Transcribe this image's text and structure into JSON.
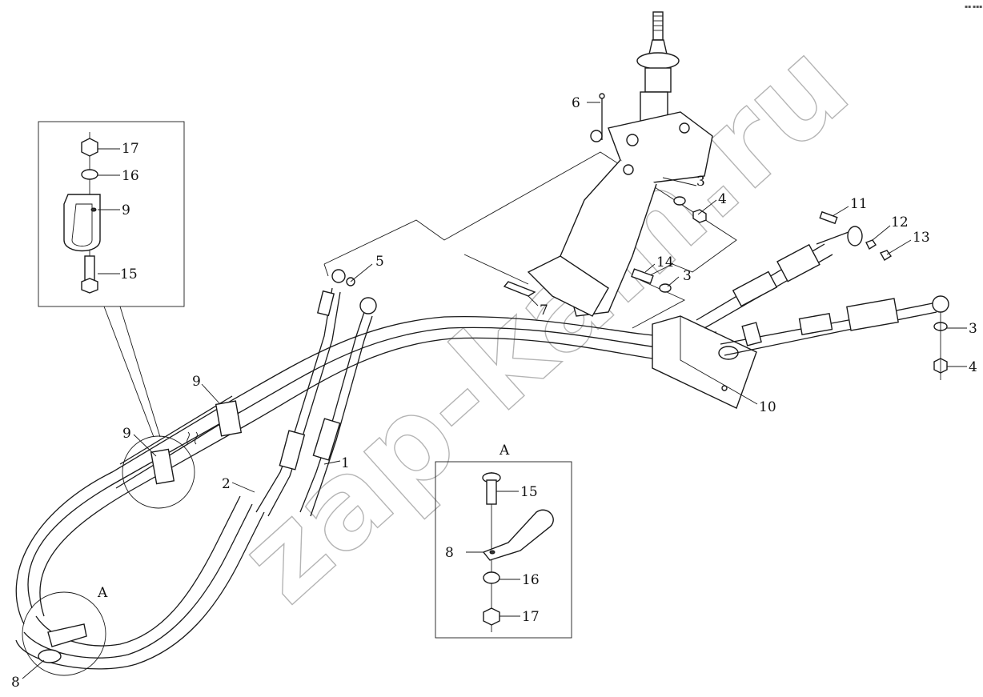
{
  "watermark": "zap-kam.ru",
  "corner_mark": "▪▪ ▪▪▪",
  "callouts": [
    {
      "id": "c1",
      "label": "1"
    },
    {
      "id": "c2",
      "label": "2"
    },
    {
      "id": "c3a",
      "label": "3"
    },
    {
      "id": "c3b",
      "label": "3"
    },
    {
      "id": "c3c",
      "label": "3"
    },
    {
      "id": "c4a",
      "label": "4"
    },
    {
      "id": "c4b",
      "label": "4"
    },
    {
      "id": "c5",
      "label": "5"
    },
    {
      "id": "c6",
      "label": "6"
    },
    {
      "id": "c7",
      "label": "7"
    },
    {
      "id": "c8",
      "label": "8"
    },
    {
      "id": "c9a",
      "label": "9"
    },
    {
      "id": "c9b",
      "label": "9"
    },
    {
      "id": "c10",
      "label": "10"
    },
    {
      "id": "c11",
      "label": "11"
    },
    {
      "id": "c12",
      "label": "12"
    },
    {
      "id": "c13",
      "label": "13"
    },
    {
      "id": "c14",
      "label": "14"
    }
  ],
  "detail_left": {
    "labels": [
      "17",
      "16",
      "9",
      "15"
    ]
  },
  "detail_a": {
    "title": "A",
    "labels": [
      "15",
      "8",
      "16",
      "17"
    ]
  },
  "view_marker": "A"
}
